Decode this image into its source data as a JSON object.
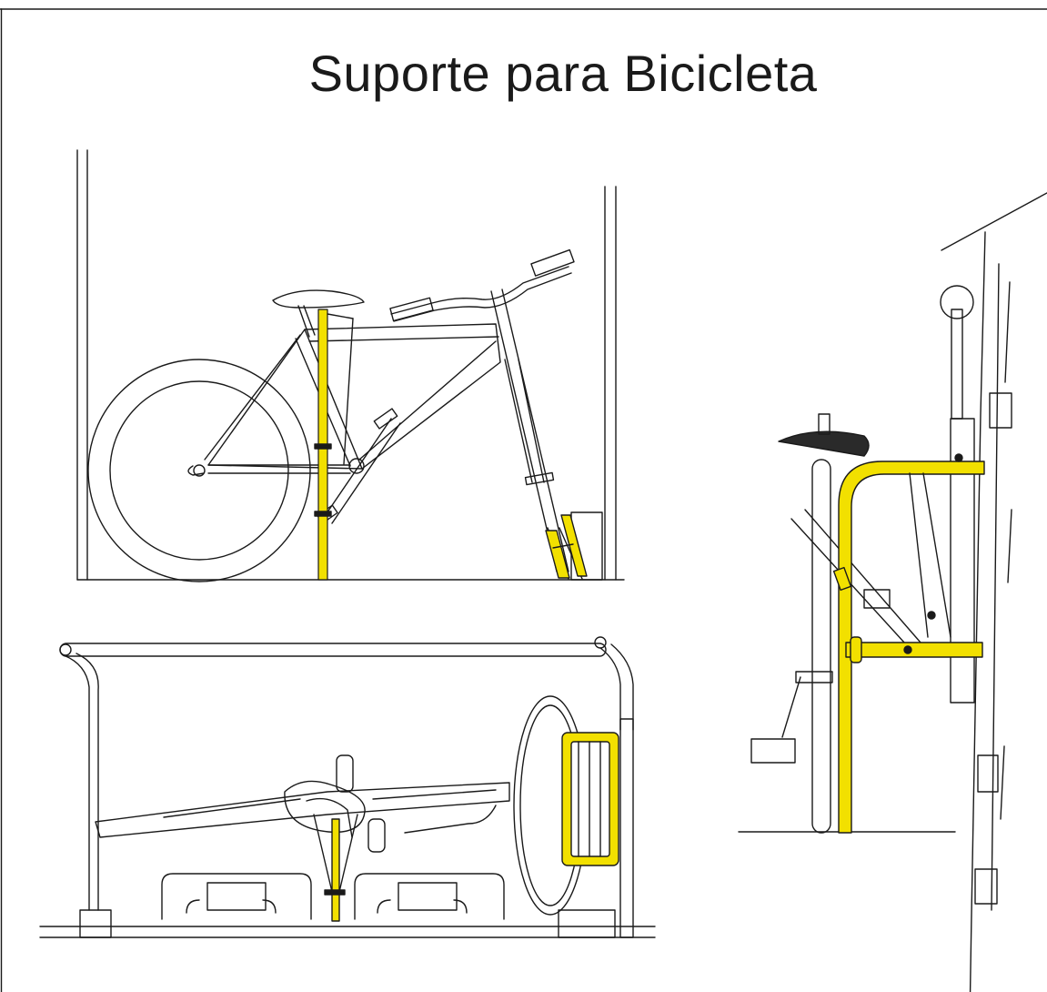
{
  "title": "Suporte para Bicicleta",
  "colors": {
    "rack_accent": "#F2E000",
    "line": "#1a1a1a",
    "saddle": "#2a2a2a",
    "background": "#ffffff"
  },
  "views": [
    "side-view-bike-in-rack",
    "top-view-rack-row",
    "front-view-wall-rack"
  ]
}
